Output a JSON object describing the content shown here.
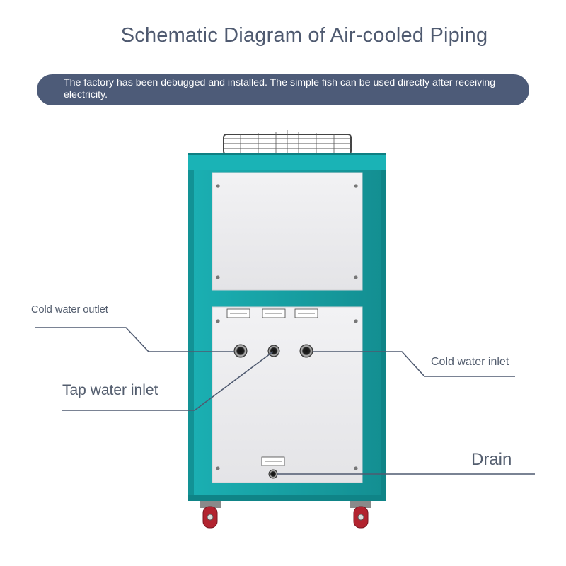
{
  "header": {
    "title": "Schematic Diagram of Air-cooled Piping"
  },
  "banner": {
    "text": "The factory has been debugged and installed. The simple fish can be used directly after receiving electricity."
  },
  "callouts": {
    "cold_water_outlet": "Cold water outlet",
    "tap_water_inlet": "Tap water inlet",
    "cold_water_inlet": "Cold water inlet",
    "drain": "Drain"
  },
  "colors": {
    "cabinet_teal": "#1aa6a9",
    "cabinet_teal_dark": "#148d90",
    "panel_white": "#ececee",
    "banner_slate": "#4d5b78",
    "leader_line": "#4f5a70",
    "wheel_red": "#b2232f"
  },
  "icons": {
    "fan": "fan-guard-icon",
    "ports": "pipe-port-icon",
    "wheels": "caster-wheel-icon"
  }
}
